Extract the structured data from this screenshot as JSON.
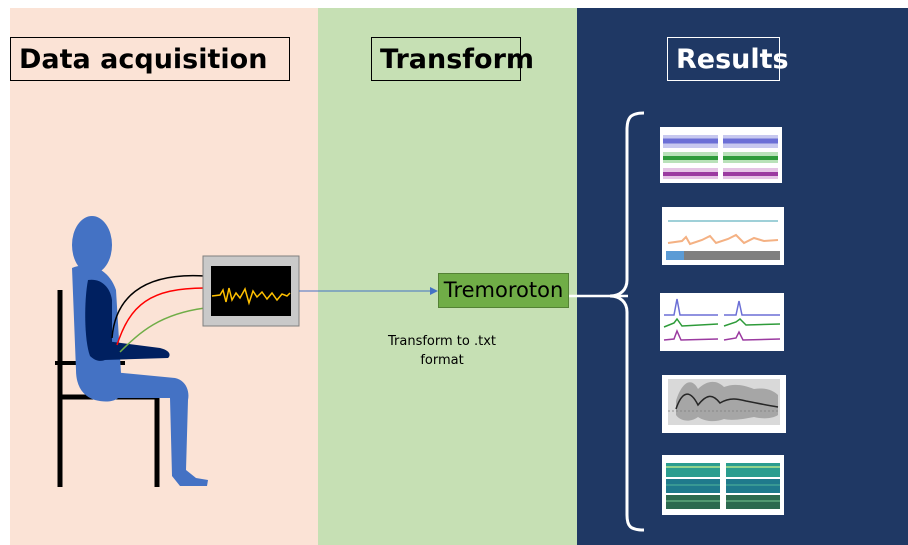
{
  "panels": {
    "acquisition": {
      "title": "Data acquisition",
      "bg": "#fbe3d6"
    },
    "transform": {
      "title": "Transform",
      "bg": "#c6e0b4"
    },
    "results": {
      "title": "Results",
      "bg": "#1f3864"
    }
  },
  "transform": {
    "box_label": "Tremoroton",
    "box_color": "#70ad47",
    "caption_line1": "Transform to .txt",
    "caption_line2": "format"
  },
  "figure": {
    "person_color": "#4472c4",
    "person_torso_color": "#002060",
    "wire_colors": [
      "#000000",
      "#ff0000",
      "#70ad47"
    ],
    "signal_color": "#ffc000"
  },
  "results": {
    "thumbnails": [
      {
        "icon": "spectrum-plot-icon"
      },
      {
        "icon": "timeseries-plot-icon"
      },
      {
        "icon": "frequency-peaks-plot-icon"
      },
      {
        "icon": "confidence-band-plot-icon"
      },
      {
        "icon": "spectrogram-plot-icon"
      }
    ]
  }
}
